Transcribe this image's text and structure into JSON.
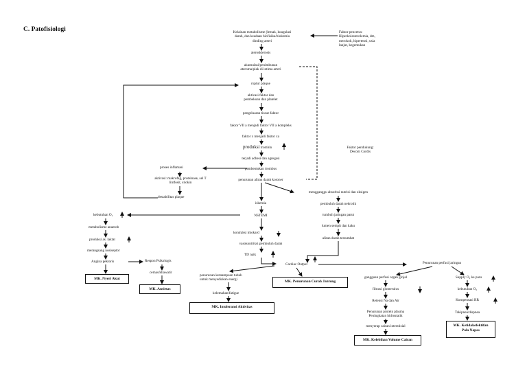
{
  "section_title": "C. Patofisiologi",
  "top_block": [
    "Kelainan metabolisme (lemak, koagulasi",
    "darah, dan keadaan biofisika/biokemia",
    "dinding arteri"
  ],
  "faktor_pencetus": [
    "Faktor pencetus:",
    "Hiperkolesterolemia,        dm,",
    "merokok,      hipertensi,     usia",
    "lanjut, kegemukan"
  ],
  "main_chain": {
    "aterosklerosis": "aterosklerosis",
    "akumulasi_1": "akumulasi/penimbunan",
    "akumulasi_2": "ateroma/plak di intima arteri",
    "ruptur": "ruptur plaque",
    "aktivasi_1": "aktivasi faktor dan",
    "aktivasi_2": "pembekuan dan platelet",
    "pengeluaran": "pengeluaran tissue faktor",
    "faktor_vii": "faktor VII a menjadi faktor VII a kompleks",
    "faktor_x": "faktor x menjadi faktor xa",
    "produksi": "produksi",
    "trombin": "trombin",
    "adhesi": "terjadi adhesi dan agregasi",
    "pembentukan": "pembentukan trombus",
    "penurunan_aliran": "penurunan aliran darah koroner",
    "iskemia": "iskemia",
    "nstemi": "NSTEMI",
    "kontraksi": "kontraksi miokard",
    "vasokontriksi": "vasokontriksi pembuluh darah",
    "td": "TD naik"
  },
  "left_branch": {
    "proses_inflamasi": "proses inflamasi",
    "aktivasi_makrofag_1": "aktivasi: makrofag, proteinase, sel T",
    "aktivasi_makrofag_2": "limfosit, sitokin",
    "destabilitas": "destabilitas plaque"
  },
  "faktor_pendukung": [
    "Faktor pendukung:",
    "Decom Cordis"
  ],
  "right_chain": {
    "mengganggu": "mengganggu absorbsi nutrisi dan oksigen",
    "nekrotik": "pembuluh darah nekrotik",
    "parut": "tumbuh jaringan parut",
    "lumen": "lumen sempit dan kaku",
    "tersumbat": "aliran darah tersumbat"
  },
  "far_left": {
    "kebutuhan": "kebutuhan O₂",
    "anaerob": "metabolisme anaerob",
    "laktat": "produksi as. laktat",
    "nosiseptor": "merangsang nosiseptor",
    "angina": "Angina pektoris",
    "respon": "Respon Psikologis",
    "cemas": "cemas/khawatir"
  },
  "cardiac_output": "Cardiac Output",
  "penurunan_kemampuan": [
    "penurunan kemampuan tubuh",
    "untuk menyediakan energi"
  ],
  "kelemahan": "kelemahan/fatigue",
  "perfusi": "Penurunan perfusi jaringan",
  "ginjal": {
    "gangguan": "gangguan perfusi organ ginjal",
    "filtrasi": "filtrasi glomerulus",
    "retensi": "Retensi Na dan Air",
    "protein_1": "Penurunan protein plasma",
    "protein_2": "Peningkatan hidrostatik",
    "interstisial": "menyerap cairan interstisial"
  },
  "paru": {
    "supply": "Supply O₂ ke paru",
    "kebutuhan": "kebutuhan O₂",
    "kompensasi": "Kompensasi RR",
    "takipnea": "Takipnea/dispnea"
  },
  "diagnoses": {
    "nyeri": "MK. Nyeri Akut",
    "ansietas": "MK. Ansietas",
    "curah": "MK. Penurunan Curah Jantung",
    "intoleransi": "MK. Intoleransi Aktivitas",
    "volume": "MK. Kelebihan Volume Cairan",
    "napas_1": "MK. Ketidakefektifan",
    "napas_2": "Pola Napas"
  },
  "colors": {
    "ink": "#111111",
    "background": "#ffffff"
  }
}
